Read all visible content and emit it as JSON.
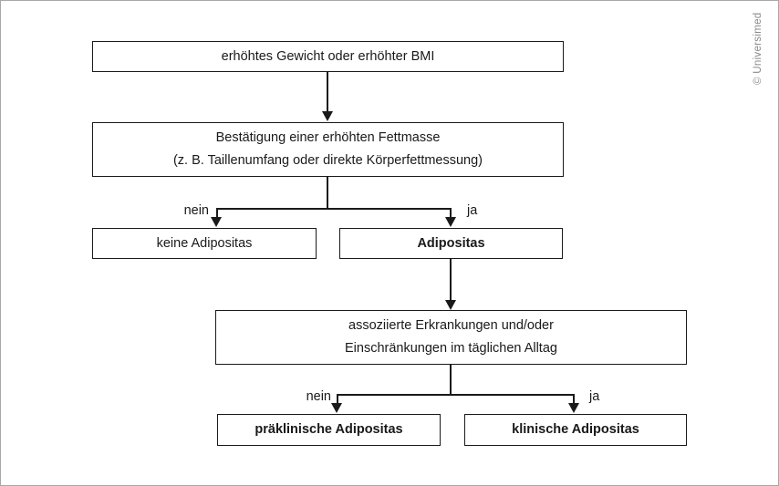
{
  "figure": {
    "credit": "© Universimed",
    "nodes": {
      "weight_bmi": "erhöhtes Gewicht oder erhöhter BMI",
      "fat_mass_line1": "Bestätigung einer erhöhten Fettmasse",
      "fat_mass_line2": "(z. B. Taillenumfang oder direkte Körperfettmessung)",
      "no_obesity": "keine Adipositas",
      "obesity": "Adipositas",
      "associated_line1": "assoziierte Erkrankungen und/oder",
      "associated_line2": "Einschränkungen im täglichen Alltag",
      "preclinical": "präklinische Adipositas",
      "clinical": "klinische Adipositas"
    },
    "branch_labels": {
      "fat_mass_no": "nein",
      "fat_mass_yes": "ja",
      "associated_no": "nein",
      "associated_yes": "ja"
    },
    "colors": {
      "background": "#ffffff",
      "box_border": "#1a1a1a",
      "text": "#1a1a1a",
      "connector": "#1a1a1a",
      "frame_border": "#a8a8a8",
      "credit_text": "#8a8a8a"
    }
  }
}
